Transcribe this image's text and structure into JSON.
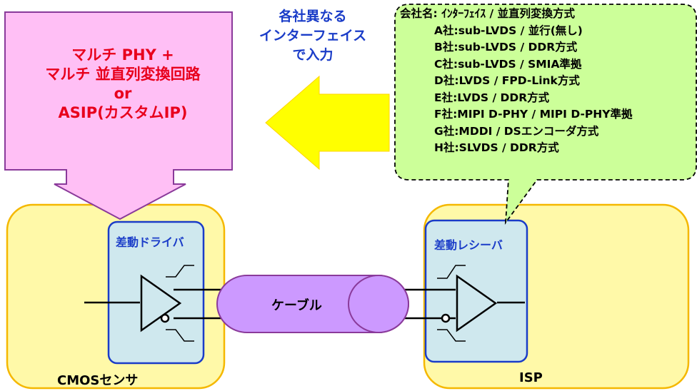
{
  "callout": {
    "line1": "マルチ PHY +",
    "line2": "マルチ 並直列変換回路",
    "line3": "or",
    "line4": "ASIP(カスタムIP)"
  },
  "top_caption": {
    "line1": "各社異なる",
    "line2": "インターフェイス",
    "line3": "で入力"
  },
  "interface_list": {
    "header": "会社名: ｲﾝﾀｰﾌｪｲｽ / 並直列変換方式",
    "rows": [
      "A社:sub-LVDS / 並行(無し)",
      "B社:sub-LVDS / DDR方式",
      "C社:sub-LVDS / SMIA準拠",
      "D社:LVDS / FPD-Link方式",
      "E社:LVDS / DDR方式",
      "F社:MIPI D-PHY / MIPI D-PHY準拠",
      "G社:MDDI / DSエンコーダ方式",
      "H社:SLVDS / DDR方式"
    ]
  },
  "cmos": {
    "label": "CMOSセンサ",
    "driver_label": "差動ドライバ"
  },
  "isp": {
    "label": "ISP",
    "receiver_label": "差動レシーバ"
  },
  "cable": {
    "label": "ケーブル"
  },
  "colors": {
    "callout_fill": "#ffbff5",
    "callout_stroke": "#8a3a9a",
    "block_fill": "#fff9a8",
    "block_stroke": "#f5b800",
    "driver_fill": "#cfe8ee",
    "driver_stroke": "#1a3cc8",
    "arrow_fill": "#ffff00",
    "bubble_fill": "#ccff99",
    "cable_fill": "#cc99ff",
    "red_text": "#e8001c",
    "blue_text": "#1a3cc8"
  }
}
